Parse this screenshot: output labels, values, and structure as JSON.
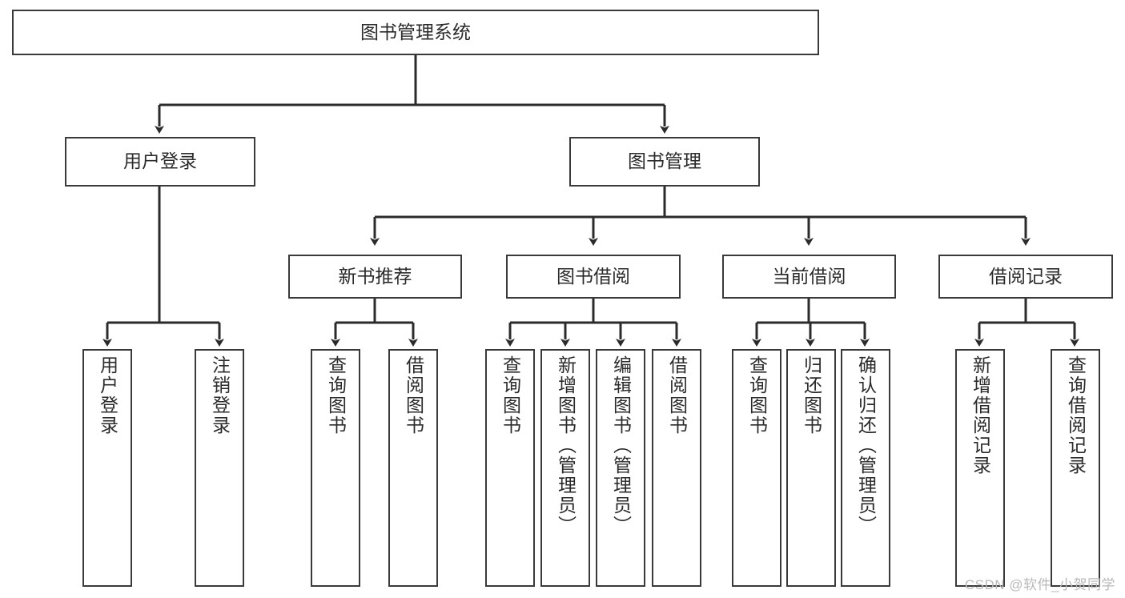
{
  "diagram": {
    "title": "图书管理系统",
    "watermark": "CSDN @软件_小贺同学",
    "colors": {
      "box_border": "#3a3a3a",
      "box_fill": "#ffffff",
      "edge": "#2b2b2b",
      "text": "#2b2b2b",
      "watermark": "#b9b9b9",
      "background": "#ffffff"
    },
    "levels": {
      "root": {
        "label": "图书管理系统"
      },
      "level1": [
        {
          "id": "user-login",
          "label": "用户登录"
        },
        {
          "id": "book-manage",
          "label": "图书管理"
        }
      ],
      "level2": [
        {
          "id": "new-book-recommend",
          "label": "新书推荐",
          "parent": "book-manage"
        },
        {
          "id": "book-borrow",
          "label": "图书借阅",
          "parent": "book-manage"
        },
        {
          "id": "current-borrow",
          "label": "当前借阅",
          "parent": "book-manage"
        },
        {
          "id": "borrow-record",
          "label": "借阅记录",
          "parent": "book-manage"
        }
      ],
      "leaves": [
        {
          "id": "leaf-user-login",
          "label": "用户登录",
          "parent": "user-login"
        },
        {
          "id": "leaf-logout-login",
          "label": "注销登录",
          "parent": "user-login"
        },
        {
          "id": "leaf-query-book-1",
          "label": "查询图书",
          "parent": "new-book-recommend"
        },
        {
          "id": "leaf-borrow-book-1",
          "label": "借阅图书",
          "parent": "new-book-recommend"
        },
        {
          "id": "leaf-query-book-2",
          "label": "查询图书",
          "parent": "book-borrow"
        },
        {
          "id": "leaf-add-book",
          "label": "新增图书（管理员）",
          "parent": "book-borrow"
        },
        {
          "id": "leaf-edit-book",
          "label": "编辑图书（管理员）",
          "parent": "book-borrow"
        },
        {
          "id": "leaf-borrow-book-2",
          "label": "借阅图书",
          "parent": "book-borrow"
        },
        {
          "id": "leaf-query-book-3",
          "label": "查询图书",
          "parent": "current-borrow"
        },
        {
          "id": "leaf-return-book",
          "label": "归还图书",
          "parent": "current-borrow"
        },
        {
          "id": "leaf-confirm-return",
          "label": "确认归还（管理员）",
          "parent": "current-borrow"
        },
        {
          "id": "leaf-add-record",
          "label": "新增借阅记录",
          "parent": "borrow-record"
        },
        {
          "id": "leaf-query-record",
          "label": "查询借阅记录",
          "parent": "borrow-record"
        }
      ]
    }
  }
}
